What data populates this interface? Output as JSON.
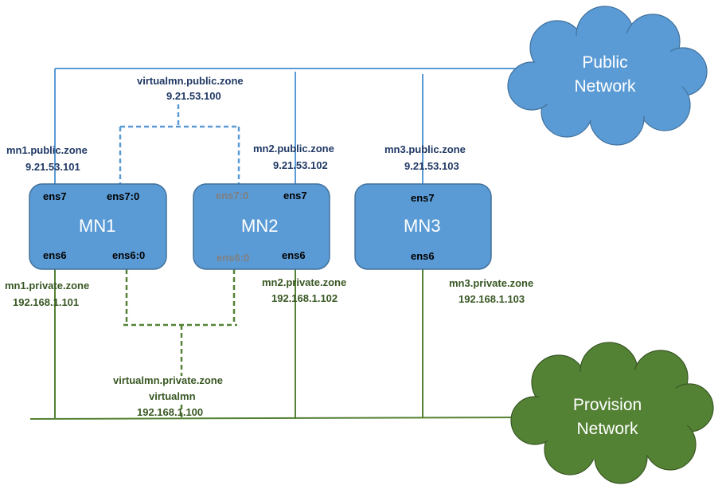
{
  "public_network": {
    "line1": "Public",
    "line2": "Network"
  },
  "provision_network": {
    "line1": "Provision",
    "line2": "Network"
  },
  "virtual_public": {
    "zone": "virtualmn.public.zone",
    "ip": "9.21.53.100"
  },
  "virtual_private": {
    "zone": "virtualmn.private.zone",
    "name": "virtualmn",
    "ip": "192.168.1.100"
  },
  "nodes": [
    {
      "title": "MN1",
      "public_zone": "mn1.public.zone",
      "public_ip": "9.21.53.101",
      "private_zone": "mn1.private.zone",
      "private_ip": "192.168.1.101",
      "port_top_left": "ens7",
      "port_top_right": "ens7:0",
      "port_bottom_left": "ens6",
      "port_bottom_right": "ens6:0"
    },
    {
      "title": "MN2",
      "public_zone": "mn2.public.zone",
      "public_ip": "9.21.53.102",
      "private_zone": "mn2.private.zone",
      "private_ip": "192.168.1.102",
      "port_top_left": "ens7:0",
      "port_top_right": "ens7",
      "port_bottom_left": "ens6:0",
      "port_bottom_right": "ens6"
    },
    {
      "title": "MN3",
      "public_zone": "mn3.public.zone",
      "public_ip": "9.21.53.103",
      "private_zone": "mn3.private.zone",
      "private_ip": "192.168.1.103",
      "port_top": "ens7",
      "port_bottom": "ens6"
    }
  ],
  "colors": {
    "node_fill": "#5b9bd5",
    "node_border": "#41719c",
    "public_line": "#5b9bd5",
    "provision_line": "#548235",
    "public_cloud": "#5b9bd5",
    "provision_cloud": "#548235",
    "label_blue": "#1f3864",
    "label_green": "#385723",
    "inactive_port": "#7f7f7f"
  }
}
